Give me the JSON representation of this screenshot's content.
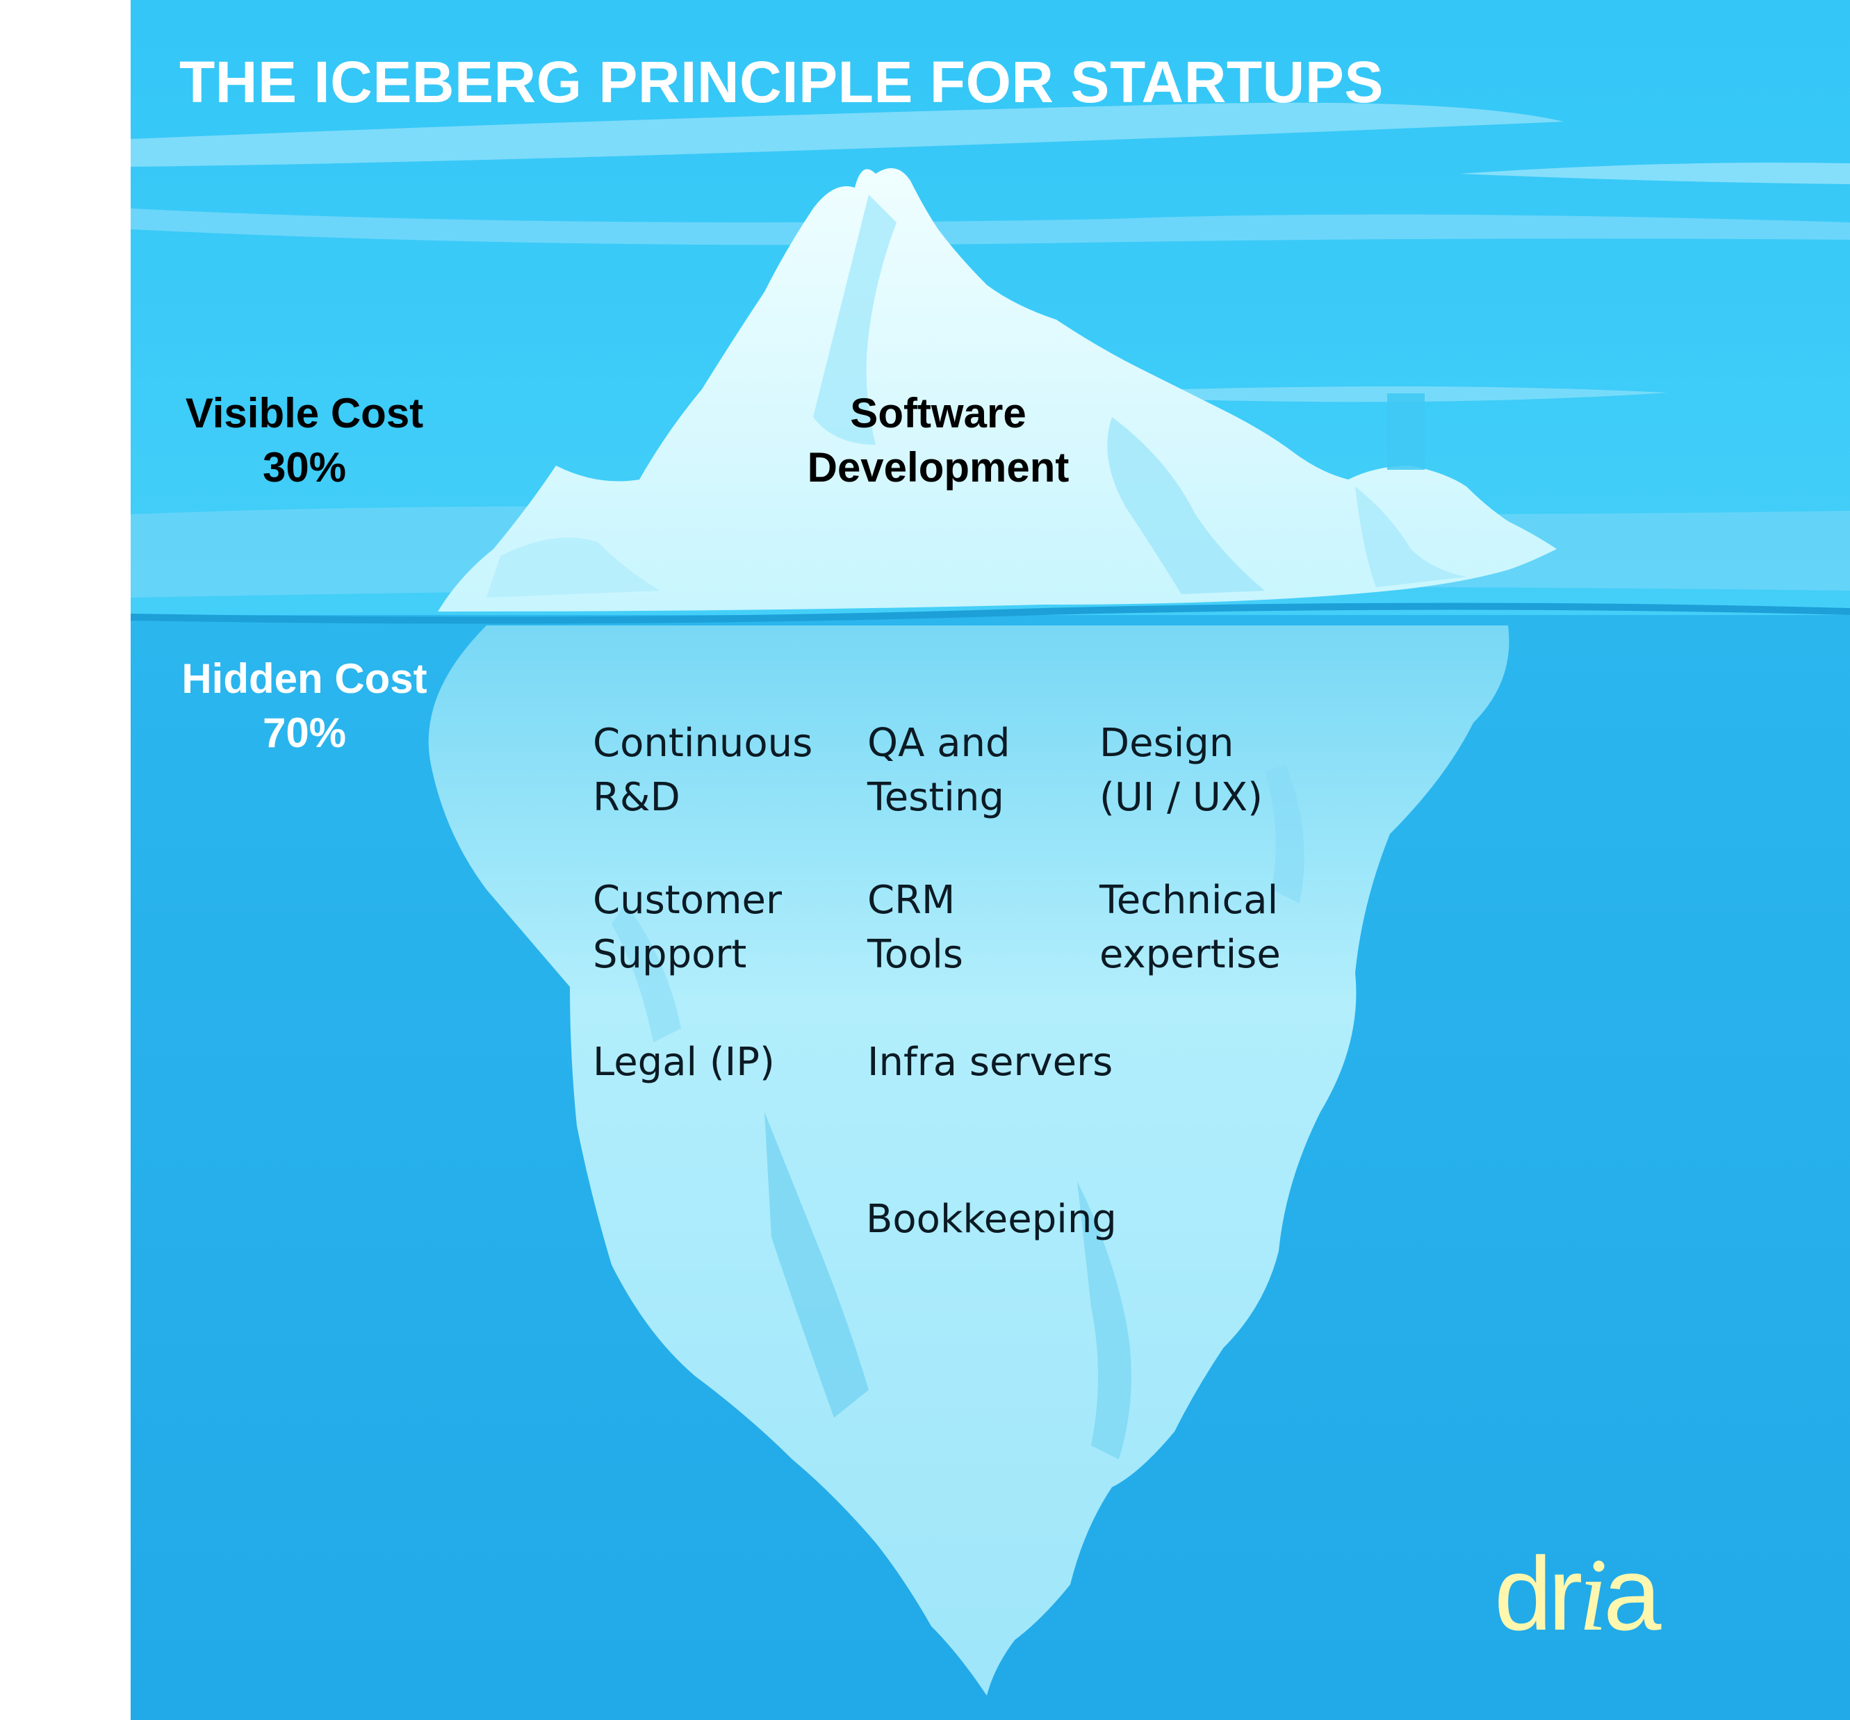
{
  "title": "THE ICEBERG PRINCIPLE FOR STARTUPS",
  "visible": {
    "label": "Visible Cost",
    "percent": "30%"
  },
  "hidden": {
    "label": "Hidden Cost",
    "percent": "70%"
  },
  "above_water_item": {
    "line1": "Software",
    "line2": "Development"
  },
  "hidden_items": [
    {
      "line1": "Continuous",
      "line2": "R&D"
    },
    {
      "line1": "QA and",
      "line2": "Testing"
    },
    {
      "line1": "Design",
      "line2": "(UI / UX)"
    },
    {
      "line1": "Customer",
      "line2": "Support"
    },
    {
      "line1": "CRM",
      "line2": "Tools"
    },
    {
      "line1": "Technical",
      "line2": "expertise"
    },
    {
      "line1": "Legal (IP)",
      "line2": ""
    },
    {
      "line1": "Infra servers",
      "line2": ""
    },
    {
      "line1": "Bookkeeping",
      "line2": ""
    }
  ],
  "logo": {
    "name": "dria-logo",
    "text": "dria",
    "color": "#fff7ae"
  },
  "colors": {
    "sky": "#3ec9f7",
    "sea": "#24aeea",
    "ice_light": "#dffbff",
    "ice_mid": "#a9ecfb",
    "ice_deep": "#7fdcf6"
  }
}
